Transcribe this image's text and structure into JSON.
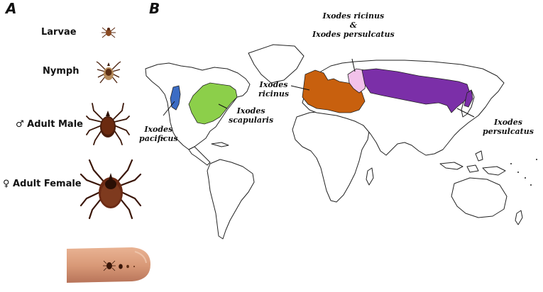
{
  "panels": {
    "a": {
      "letter": "A"
    },
    "b": {
      "letter": "B"
    }
  },
  "stages": [
    {
      "label": "Larvae"
    },
    {
      "label": "Nymph"
    },
    {
      "label": "♂ Adult Male"
    },
    {
      "label": "♀ Adult Female"
    }
  ],
  "map": {
    "regions": [
      {
        "species": "Ixodes pacificus",
        "line1": "Ixodes",
        "line2": "pacificus",
        "color": "#3b6cc4"
      },
      {
        "species": "Ixodes scapularis",
        "line1": "Ixodes",
        "line2": "scapularis",
        "color": "#8ccf4a"
      },
      {
        "species": "Ixodes ricinus",
        "line1": "Ixodes",
        "line2": "ricinus",
        "color": "#c8600e"
      },
      {
        "species": "Ixodes ricinus & Ixodes persulcatus",
        "line1": "Ixodes ricinus",
        "line2": "&",
        "line3": "Ixodes persulcatus",
        "color": "#f2c2ea"
      },
      {
        "species": "Ixodes persulcatus",
        "line1": "Ixodes",
        "line2": "persulcatus",
        "color": "#7b2fa8"
      }
    ],
    "land_color": "#ffffff",
    "outline_color": "#222222"
  },
  "icons": {
    "tick": "tick-icon",
    "finger": "finger-scale-icon"
  }
}
